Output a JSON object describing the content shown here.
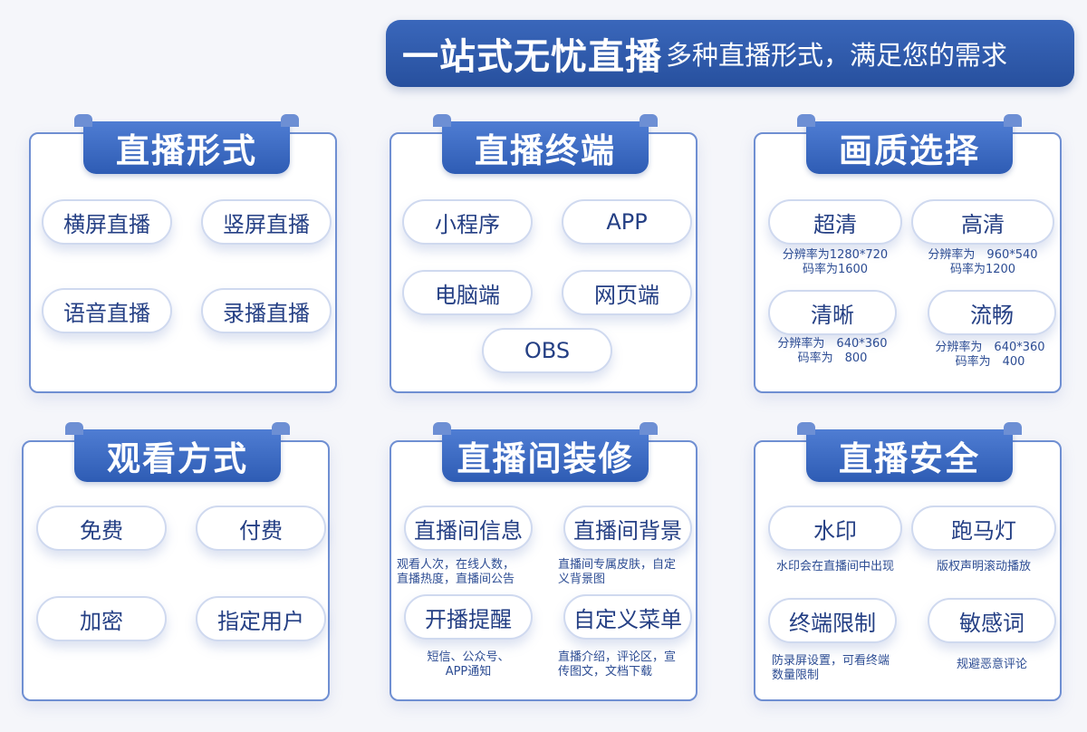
{
  "banner": {
    "main": "一站式无忧直播",
    "sub": "多种直播形式，满足您的需求"
  },
  "cards": {
    "format": {
      "title": "直播形式",
      "items": [
        "横屏直播",
        "竖屏直播",
        "语音直播",
        "录播直播"
      ]
    },
    "terminal": {
      "title": "直播终端",
      "items": [
        "小程序",
        "APP",
        "电脑端",
        "网页端",
        "OBS"
      ]
    },
    "quality": {
      "title": "画质选择",
      "items": [
        {
          "label": "超清",
          "line1": "分辨率为1280*720",
          "line2": "码率为1600"
        },
        {
          "label": "高清",
          "line1": "分辨率为　960*540",
          "line2": "码率为1200"
        },
        {
          "label": "清晰",
          "line1": "分辨率为　640*360",
          "line2": "码率为　800"
        },
        {
          "label": "流畅",
          "line1": "分辨率为　640*360",
          "line2": "码率为　400"
        }
      ]
    },
    "viewing": {
      "title": "观看方式",
      "items": [
        "免费",
        "付费",
        "加密",
        "指定用户"
      ]
    },
    "decor": {
      "title": "直播间装修",
      "items": [
        {
          "label": "直播间信息",
          "line1": "观看人次，在线人数，",
          "line2": "直播热度，直播间公告"
        },
        {
          "label": "直播间背景",
          "line1": "直播间专属皮肤，自定",
          "line2": "义背景图"
        },
        {
          "label": "开播提醒",
          "line1": "短信、公众号、",
          "line2": "APP通知"
        },
        {
          "label": "自定义菜单",
          "line1": "直播介绍，评论区，宣",
          "line2": "传图文，文档下载"
        }
      ]
    },
    "security": {
      "title": "直播安全",
      "items": [
        {
          "label": "水印",
          "line1": "水印会在直播间中出现",
          "line2": ""
        },
        {
          "label": "跑马灯",
          "line1": "版权声明滚动播放",
          "line2": ""
        },
        {
          "label": "终端限制",
          "line1": "防录屏设置，可看终端",
          "line2": "数量限制"
        },
        {
          "label": "敏感词",
          "line1": "规避恶意评论",
          "line2": ""
        }
      ]
    }
  }
}
